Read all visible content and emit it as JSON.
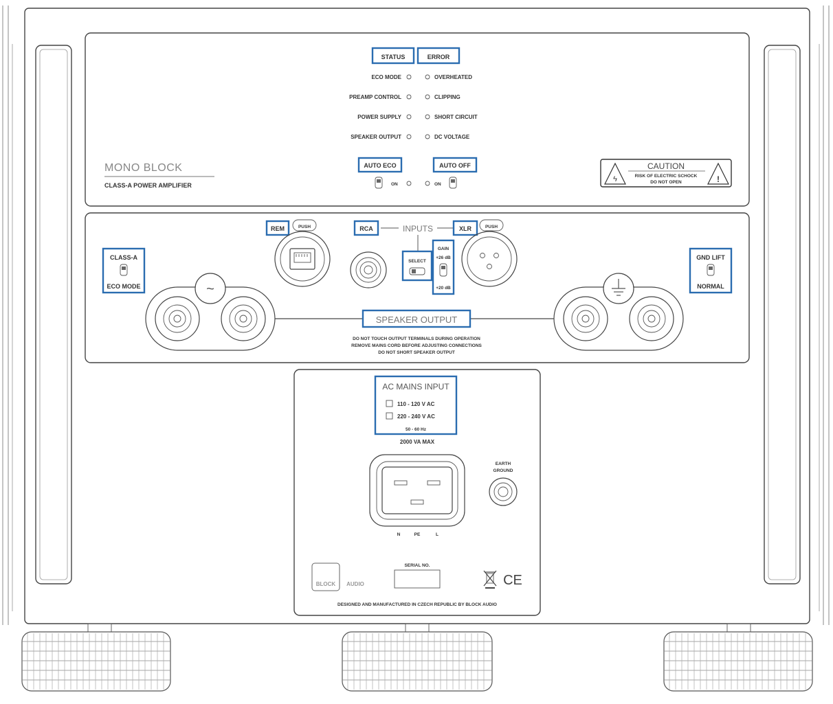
{
  "status_panel": {
    "status_label": "STATUS",
    "error_label": "ERROR",
    "status_items": [
      "ECO MODE",
      "PREAMP CONTROL",
      "POWER SUPPLY",
      "SPEAKER OUTPUT"
    ],
    "error_items": [
      "OVERHEATED",
      "CLIPPING",
      "SHORT CIRCUIT",
      "DC VOLTAGE"
    ],
    "brand_title": "MONO BLOCK",
    "brand_subtitle": "CLASS-A POWER AMPLIFIER",
    "auto_eco_label": "AUTO ECO",
    "auto_off_label": "AUTO OFF",
    "on_left": "ON",
    "on_right": "ON",
    "caution_title": "CAUTION",
    "caution_line1": "RISK OF ELECTRIC SCHOCK",
    "caution_line2": "DO NOT OPEN"
  },
  "io_panel": {
    "class_a": "CLASS-A",
    "eco_mode": "ECO MODE",
    "rem_label": "REM",
    "push_left": "PUSH",
    "rca_label": "RCA",
    "inputs_label": "INPUTS",
    "xlr_label": "XLR",
    "push_right": "PUSH",
    "select_label": "SELECT",
    "gain_label": "GAIN",
    "gain_high": "+26 dB",
    "gain_low": "+20 dB",
    "gnd_lift": "GND LIFT",
    "normal": "NORMAL",
    "speaker_output": "SPEAKER OUTPUT",
    "warning_lines": [
      "DO NOT TOUCH OUTPUT TERMINALS DURING OPERATION",
      "REMOVE MAINS CORD BEFORE ADJUSTING CONNECTIONS",
      "DO NOT SHORT SPEAKER OUTPUT"
    ]
  },
  "mains_panel": {
    "title": "AC MAINS INPUT",
    "option_1": "110 - 120 V AC",
    "option_2": "220 - 240 V AC",
    "frequency": "50 - 60 Hz",
    "max_power": "2000 VA MAX",
    "earth_line1": "EARTH",
    "earth_line2": "GROUND",
    "pin_n": "N",
    "pin_pe": "PE",
    "pin_l": "L",
    "serial_label": "SERIAL NO.",
    "logo_block": "BLOCK",
    "logo_audio": "AUDIO",
    "footer": "DESIGNED AND MANUFACTURED IN CZECH REPUBLIC BY BLOCK AUDIO"
  }
}
